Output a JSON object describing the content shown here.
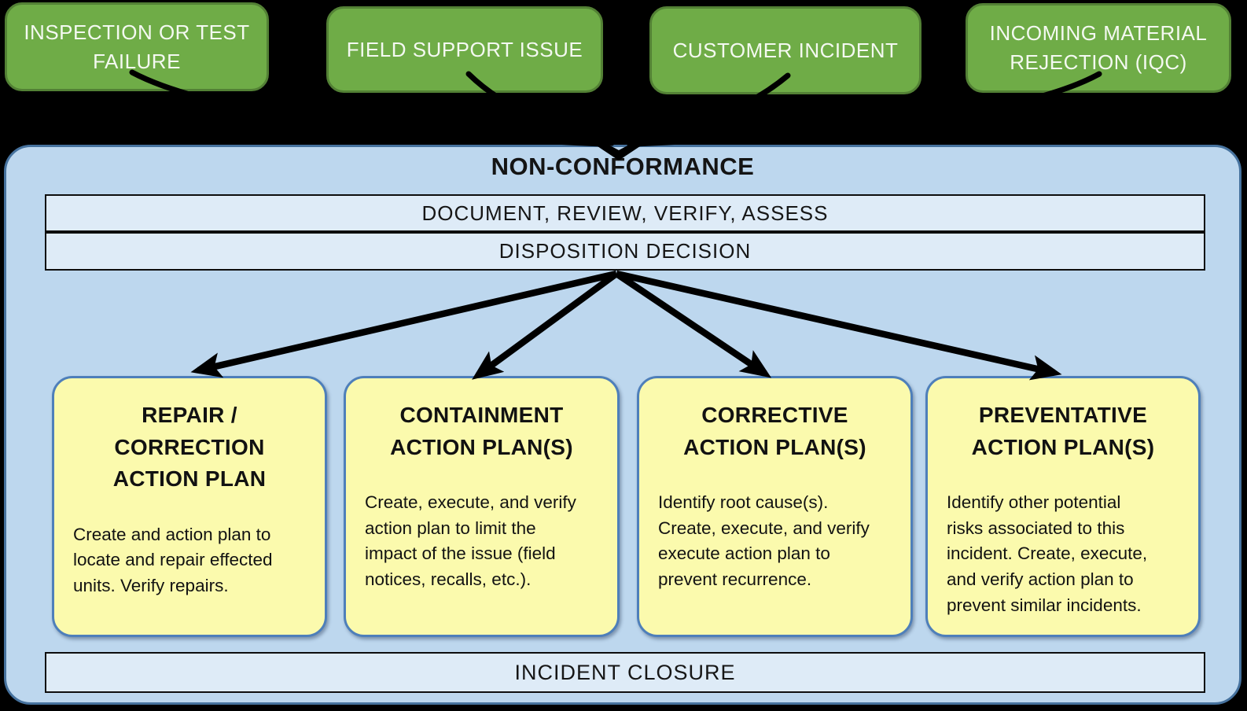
{
  "colors": {
    "background": "#000000",
    "source_box_fill": "#6FAC47",
    "source_box_border": "#538135",
    "source_box_text": "#F4F9F1",
    "panel_fill": "#BDD7EE",
    "panel_border": "#46729E",
    "bar_fill": "#DEEBF7",
    "bar_border": "#0D0D0D",
    "plan_fill": "#FBFAAD",
    "plan_border": "#4E7FBA",
    "arrow": "#000000"
  },
  "sources": [
    {
      "label": "INSPECTION OR TEST\nFAILURE"
    },
    {
      "label": "FIELD SUPPORT ISSUE"
    },
    {
      "label": "CUSTOMER INCIDENT"
    },
    {
      "label": "INCOMING MATERIAL\nREJECTION (IQC)"
    }
  ],
  "process": {
    "title": "NON-CONFORMANCE",
    "steps": [
      {
        "label": "DOCUMENT, REVIEW, VERIFY, ASSESS"
      },
      {
        "label": "DISPOSITION DECISION"
      }
    ],
    "closure": "INCIDENT CLOSURE"
  },
  "plans": [
    {
      "title": "REPAIR /\nCORRECTION\nACTION PLAN",
      "body": "Create and action plan to\nlocate and repair effected\nunits.  Verify repairs."
    },
    {
      "title": "CONTAINMENT\nACTION PLAN(S)",
      "body": "Create, execute, and verify\naction plan to limit the\nimpact of the issue (field\nnotices, recalls, etc.)."
    },
    {
      "title": "CORRECTIVE\nACTION PLAN(S)",
      "body": "Identify root cause(s).\nCreate, execute, and verify\nexecute action plan to\nprevent recurrence."
    },
    {
      "title": "PREVENTATIVE\nACTION PLAN(S)",
      "body": "Identify other potential\nrisks associated to this\nincident.  Create, execute,\nand verify action plan to\nprevent similar incidents."
    }
  ]
}
